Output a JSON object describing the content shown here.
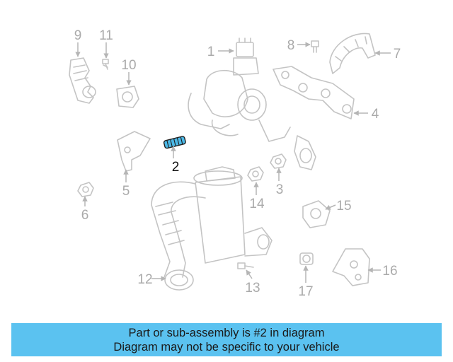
{
  "callouts": [
    "1",
    "2",
    "3",
    "4",
    "5",
    "6",
    "7",
    "8",
    "9",
    "10",
    "11",
    "12",
    "13",
    "14",
    "15",
    "16",
    "17"
  ],
  "highlighted_callout": "2",
  "colors": {
    "banner": "#5bc2f0",
    "highlight_part": "#4cb8e6",
    "faded_part": "#c4c4c4"
  },
  "banner": {
    "line1": "Part or sub-assembly is #2 in diagram",
    "line2": "Diagram may not be specific to your vehicle"
  }
}
